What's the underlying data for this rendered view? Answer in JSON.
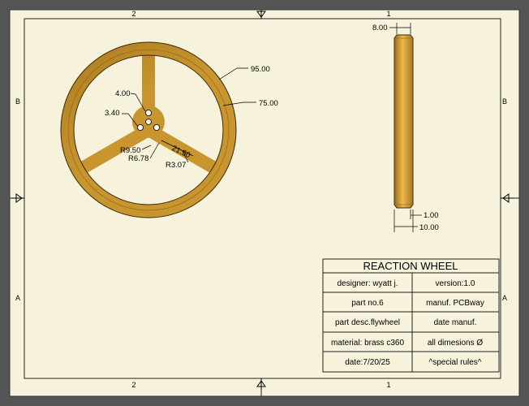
{
  "zones": {
    "top": [
      "2",
      "1"
    ],
    "bottom": [
      "2",
      "1"
    ],
    "left": [
      "B",
      "A"
    ],
    "right": [
      "B",
      "A"
    ]
  },
  "dimensions": {
    "outer_dia": "95.00",
    "inner_dia": "75.00",
    "hole_small": "4.00",
    "hole_center": "3.40",
    "r1": "R9.50",
    "r2": "R6.78",
    "spoke_w": "21.50",
    "r3": "R3.07",
    "thickness": "8.00",
    "step": "1.00",
    "width": "10.00"
  },
  "title_block": {
    "title": "REACTION WHEEL",
    "designer": "designer: wyatt j.",
    "version": "version:1.0",
    "part_no": "part no.6",
    "manuf": "manuf. PCBway",
    "part_desc": "part desc.flywheel",
    "date_manuf": "date manuf.",
    "material": "material: brass c360",
    "dimensions_note": "all dimesions Ø",
    "date": "date:7/20/25",
    "special": "^special rules^"
  },
  "colors": {
    "paper": "#f6f2dc",
    "brass": "#c8952e",
    "brass_dark": "#8a6418",
    "background": "#555555"
  }
}
